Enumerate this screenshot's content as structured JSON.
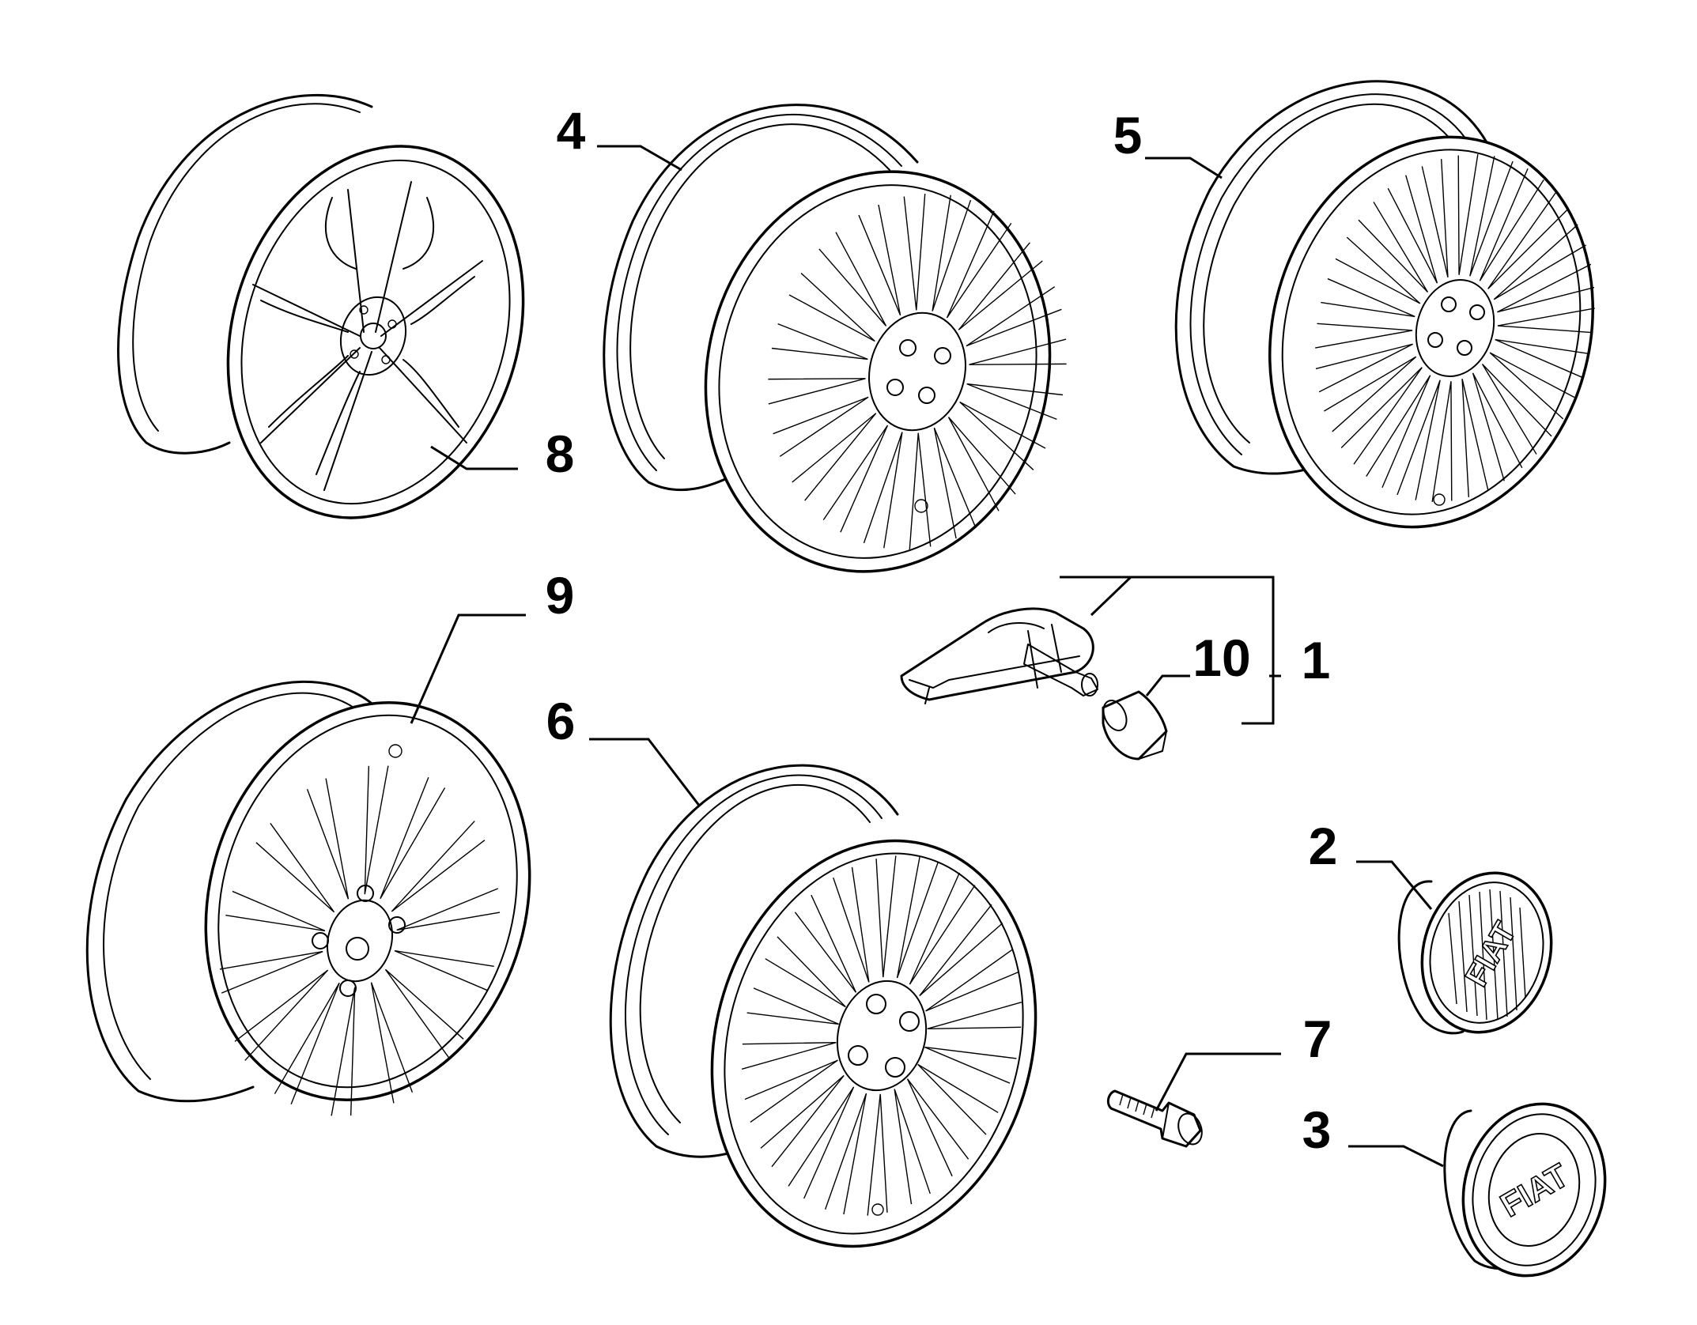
{
  "labels": {
    "l1": "1",
    "l2": "2",
    "l3": "3",
    "l4": "4",
    "l5": "5",
    "l6": "6",
    "l7": "7",
    "l8": "8",
    "l9": "9",
    "l10": "10"
  },
  "cap_logos": {
    "cap2": "FIAT",
    "cap3": "FIAT"
  }
}
